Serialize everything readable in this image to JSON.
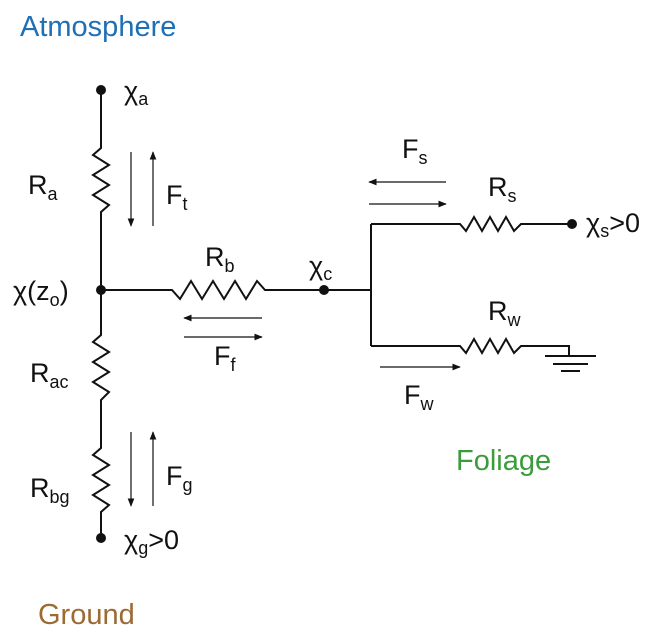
{
  "regions": {
    "atmosphere": "Atmosphere",
    "ground": "Ground",
    "foliage": "Foliage"
  },
  "colors": {
    "atmosphere": "#1F6FB5",
    "ground": "#9C6A32",
    "foliage": "#3C9C3C",
    "line": "#111111"
  },
  "nodes": {
    "chi_a": {
      "base": "χ",
      "sub": "a",
      "suffix": ""
    },
    "chi_zo": {
      "base": "χ(z",
      "sub": "o",
      "suffix": ")"
    },
    "chi_c": {
      "base": "χ",
      "sub": "c",
      "suffix": ""
    },
    "chi_s": {
      "base": "χ",
      "sub": "s",
      "suffix": ">0"
    },
    "chi_g": {
      "base": "χ",
      "sub": "g",
      "suffix": ">0"
    }
  },
  "resistors": {
    "ra": {
      "base": "R",
      "sub": "a"
    },
    "rac": {
      "base": "R",
      "sub": "ac"
    },
    "rbg": {
      "base": "R",
      "sub": "bg"
    },
    "rb": {
      "base": "R",
      "sub": "b"
    },
    "rs": {
      "base": "R",
      "sub": "s"
    },
    "rw": {
      "base": "R",
      "sub": "w"
    }
  },
  "fluxes": {
    "ft": {
      "base": "F",
      "sub": "t"
    },
    "fg": {
      "base": "F",
      "sub": "g"
    },
    "ff": {
      "base": "F",
      "sub": "f"
    },
    "fs": {
      "base": "F",
      "sub": "s"
    },
    "fw": {
      "base": "F",
      "sub": "w"
    }
  }
}
